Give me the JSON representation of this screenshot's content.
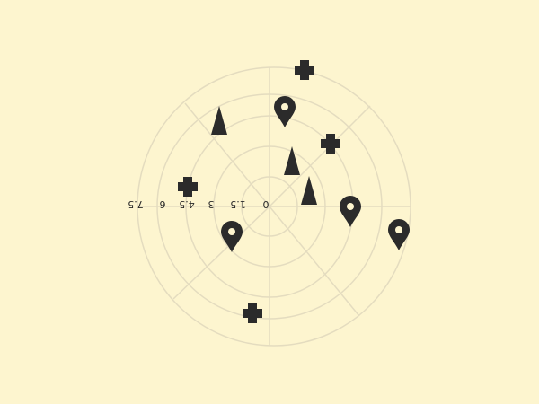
{
  "board": {
    "background": "#fdf5cf",
    "grid_color": "#e4dcbf",
    "marker_color": "#2b2b2b",
    "ring_count": 5,
    "spoke_count": 8,
    "ring_labels": [
      "0",
      "1.5",
      "3",
      "4.5",
      "6",
      "7.5"
    ]
  },
  "markers": [
    {
      "kind": "cross",
      "icon": "cross-icon"
    },
    {
      "kind": "pin",
      "icon": "map-pin-icon"
    },
    {
      "kind": "cross",
      "icon": "cross-icon"
    },
    {
      "kind": "triangle",
      "icon": "triangle-icon"
    },
    {
      "kind": "triangle",
      "icon": "triangle-icon"
    },
    {
      "kind": "triangle",
      "icon": "triangle-icon"
    },
    {
      "kind": "cross",
      "icon": "cross-icon"
    },
    {
      "kind": "pin",
      "icon": "map-pin-icon"
    },
    {
      "kind": "pin",
      "icon": "map-pin-icon"
    },
    {
      "kind": "pin",
      "icon": "map-pin-icon"
    },
    {
      "kind": "cross",
      "icon": "cross-icon"
    }
  ]
}
